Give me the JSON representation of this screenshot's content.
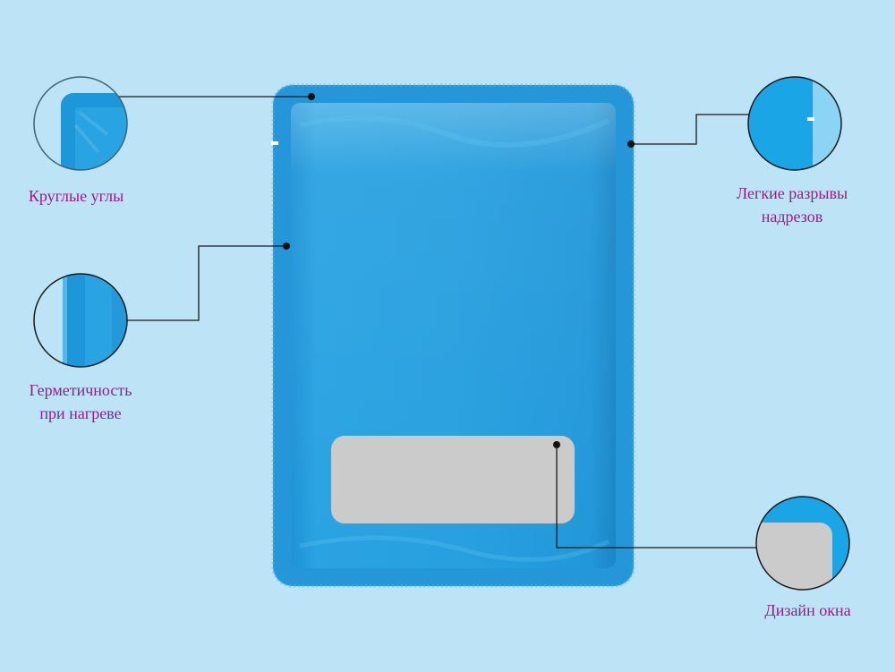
{
  "colors": {
    "background": "#bde3f7",
    "pouch": "#2aa2e0",
    "window": "#cbcbcb",
    "label_text": "#9c1a86",
    "leader_line": "#1a1a1a"
  },
  "callouts": [
    {
      "id": "rounded-corners",
      "text": "Круглые углы"
    },
    {
      "id": "easy-tear-notch",
      "text": "Легкие разрывы\nнадрезов"
    },
    {
      "id": "heat-seal",
      "text": "Герметичность\nпри нагреве"
    },
    {
      "id": "window-design",
      "text": "Дизайн окна"
    }
  ]
}
